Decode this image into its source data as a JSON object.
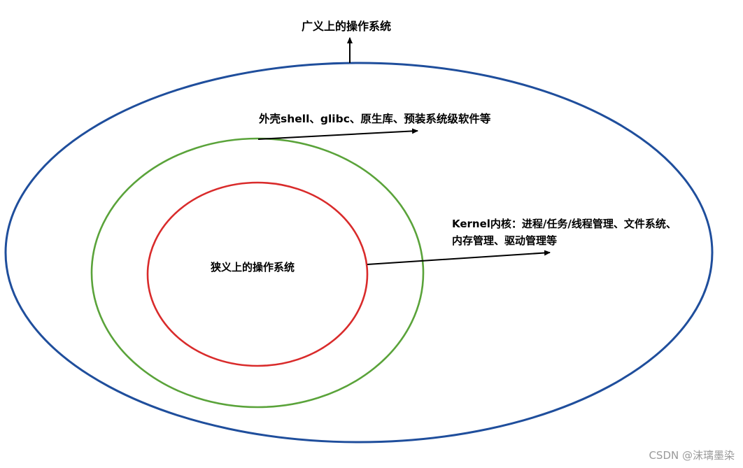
{
  "labels": {
    "broad_os": "广义上的操作系统",
    "shell_layer": "外壳shell、glibc、原生库、预装系统级软件等",
    "kernel_line1": "Kernel内核：进程/任务/线程管理、文件系统、",
    "kernel_line2": "内存管理、驱动管理等",
    "narrow_os": "狭义上的操作系统"
  },
  "watermark": "CSDN @沫璃墨染",
  "colors": {
    "outer_ring": "#1f4e9c",
    "middle_ring": "#5aa33a",
    "inner_ring": "#d92b2b",
    "arrows": "#000000"
  }
}
